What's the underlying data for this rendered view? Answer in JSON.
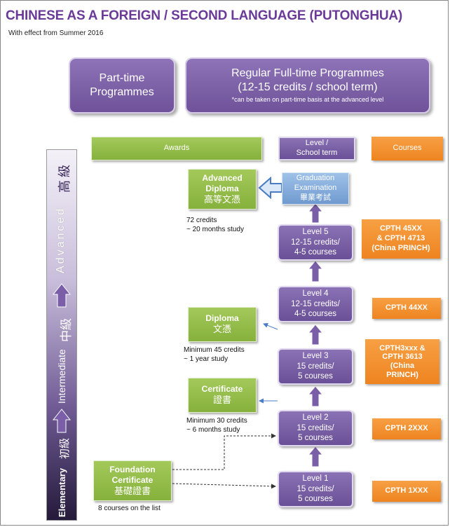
{
  "title": "CHINESE AS A FOREIGN / SECOND LANGUAGE (PUTONGHUA)",
  "subtitle": "With effect from Summer 2016",
  "header": {
    "part_time": "Part-time\nProgrammes",
    "full_time_title": "Regular Full-time Programmes",
    "full_time_credits": "(12-15 credits / school term)",
    "full_time_note": "*can be taken on part-time basis  at the advanced level"
  },
  "column_headers": {
    "awards": "Awards",
    "level": "Level /\nSchool term",
    "courses": "Courses"
  },
  "side_bar": {
    "advanced": "Advanced",
    "advanced_cn": "高級",
    "intermediate": "Intermediate",
    "intermediate_cn": "中級",
    "elementary": "Elementary",
    "elementary_cn": "初級"
  },
  "awards": {
    "advanced_diploma": {
      "en": "Advanced\nDiploma",
      "cn": "高等文憑",
      "note": "72 credits\n~ 20 months study"
    },
    "diploma": {
      "en": "Diploma",
      "cn": "文憑",
      "note": "Minimum 45 credits\n~ 1 year study"
    },
    "certificate": {
      "en": "Certificate",
      "cn": "證書",
      "note": "Minimum 30 credits\n~ 6 months study"
    },
    "foundation": {
      "en": "Foundation\nCertificate",
      "cn": "基礎證書",
      "note": "8  courses on the list"
    }
  },
  "graduation": {
    "en": "Graduation\nExamination",
    "cn": "畢業考試"
  },
  "levels": [
    {
      "name": "Level 5",
      "credits": "12-15 credits/",
      "courses": "4-5 courses"
    },
    {
      "name": "Level 4",
      "credits": "12-15 credits/",
      "courses": "4-5 courses"
    },
    {
      "name": "Level 3",
      "credits": "15 credits/",
      "courses": "5 courses"
    },
    {
      "name": "Level 2",
      "credits": "15 credits/",
      "courses": "5 courses"
    },
    {
      "name": "Level 1",
      "credits": "15 credits/",
      "courses": "5 courses"
    }
  ],
  "courses": [
    "CPTH 45XX\n&  CPTH 4713\n(China PRINCH)",
    "CPTH 44XX",
    "CPTH3xxx &\nCPTH 3613\n(China\nPRINCH)",
    "CPTH 2XXX",
    "CPTH 1XXX"
  ],
  "colors": {
    "purple": "#7a5fa8",
    "green": "#93bc48",
    "orange": "#f39230",
    "title": "#6a3a99",
    "blue": "#7ea6d8"
  }
}
